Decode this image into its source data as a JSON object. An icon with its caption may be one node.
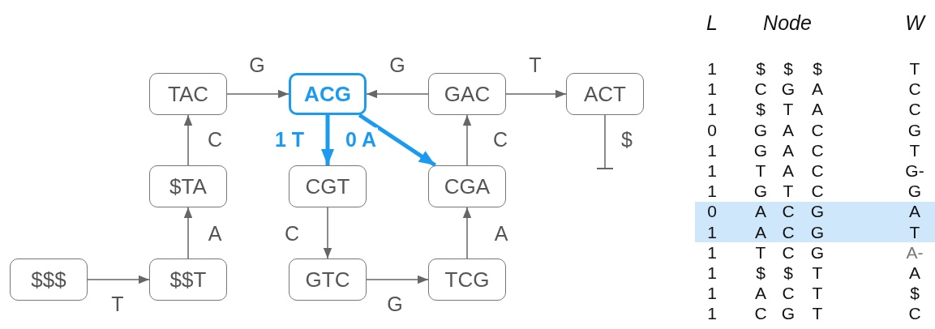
{
  "diagram": {
    "nodes": [
      {
        "text": [
          "TAC"
        ]
      },
      {
        "text": [
          "ACG"
        ]
      },
      {
        "text": [
          "GAC"
        ]
      },
      {
        "text": [
          "ACT"
        ]
      },
      {
        "text": [
          "$TA"
        ]
      },
      {
        "text": [
          "CGT"
        ]
      },
      {
        "text": [
          "CGA"
        ]
      },
      {
        "text": [
          "$$$"
        ]
      },
      {
        "text": [
          "$$T"
        ]
      },
      {
        "text": [
          "GTC"
        ]
      },
      {
        "text": [
          "TCG"
        ]
      }
    ],
    "edges": [
      {
        "from": 0,
        "to": 1,
        "arrow": "to",
        "label": "G"
      },
      {
        "from": 2,
        "to": 1,
        "arrow": "to",
        "label": "G"
      },
      {
        "from": 2,
        "to": 3,
        "arrow": "to",
        "label": "T"
      },
      {
        "from": 3,
        "to": null,
        "arrow": "other",
        "label": "$"
      },
      {
        "from": 4,
        "to": 0,
        "arrow": "to",
        "label": "C"
      },
      {
        "from": 1,
        "to": 5,
        "arrow": "to",
        "label": "1 T",
        "style": "thick",
        "color": "#1a9bf0"
      },
      {
        "from": 1,
        "to": 6,
        "arrow": "to",
        "label": "0 A",
        "style": "thick",
        "color": "#1a9bf0"
      },
      {
        "from": 6,
        "to": 2,
        "arrow": "to",
        "label": "C"
      },
      {
        "from": 8,
        "to": 4,
        "arrow": "to",
        "label": "A"
      },
      {
        "from": 5,
        "to": 9,
        "arrow": "to",
        "label": "C"
      },
      {
        "from": 10,
        "to": 6,
        "arrow": "to",
        "label": "A"
      },
      {
        "from": 7,
        "to": 8,
        "arrow": "to",
        "label": "T"
      },
      {
        "from": 9,
        "to": 10,
        "arrow": "to",
        "label": "G"
      }
    ],
    "labels": [
      "L",
      "Node",
      "W",
      "1",
      "$",
      "$",
      "$",
      "T",
      "1",
      "C",
      "G",
      "A",
      "C",
      "1",
      "$",
      "T",
      "A",
      "C",
      "0",
      "G",
      "A",
      "C",
      "G",
      "1",
      "G",
      "A",
      "C",
      "T",
      "1",
      "T",
      "A",
      "C",
      "G-",
      "1",
      "G",
      "T",
      "C",
      "G",
      "0",
      "A",
      "C",
      "G",
      "A",
      "1",
      "A",
      "C",
      "G",
      "T",
      "1",
      "T",
      "C",
      "G",
      "A-",
      "1",
      "$",
      "$",
      "T",
      "A",
      "1",
      "A",
      "C",
      "T",
      "$",
      "1",
      "C",
      "G",
      "T",
      "C"
    ]
  }
}
